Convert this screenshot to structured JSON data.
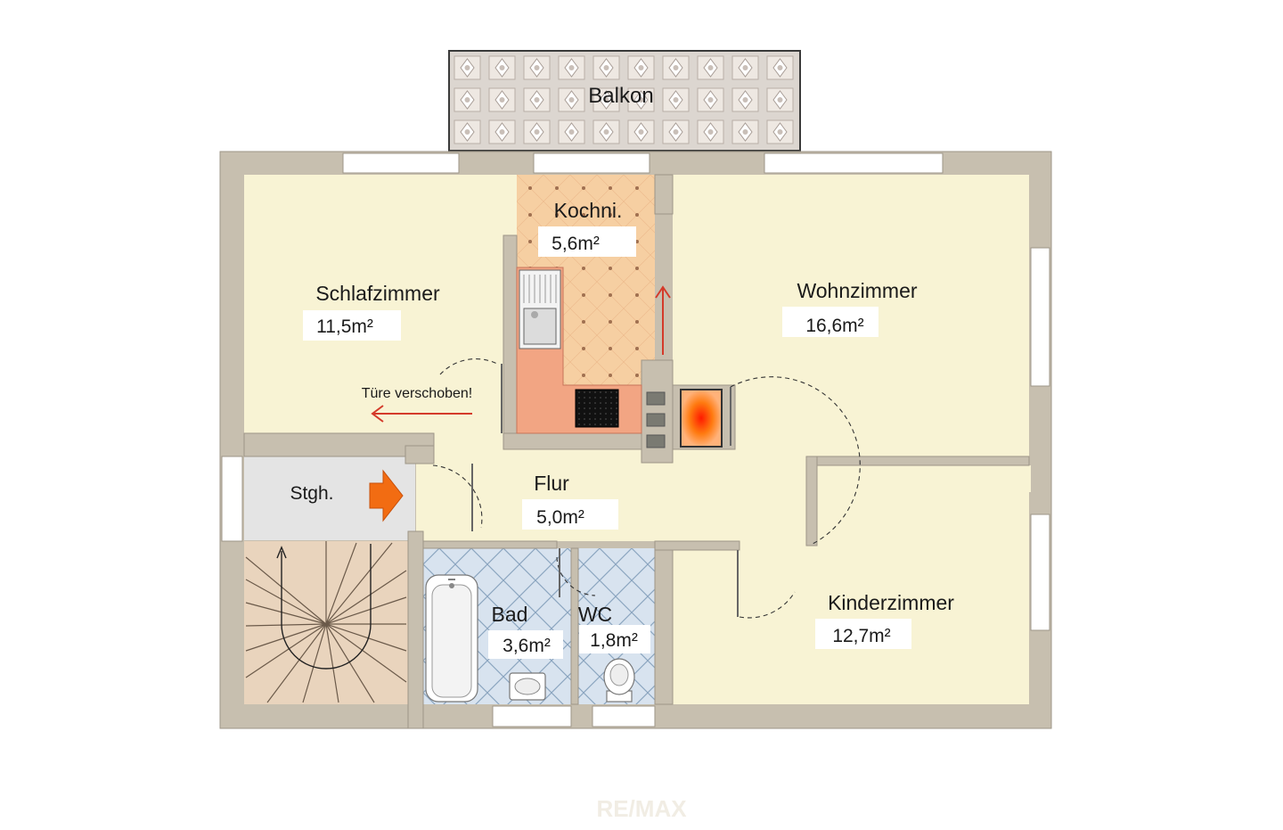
{
  "rooms": {
    "balkon": {
      "name": "Balkon"
    },
    "kochnische": {
      "name": "Kochni.",
      "area": "5,6m²"
    },
    "schlafzimmer": {
      "name": "Schlafzimmer",
      "area": "11,5m²"
    },
    "wohnzimmer": {
      "name": "Wohnzimmer",
      "area": "16,6m²"
    },
    "flur": {
      "name": "Flur",
      "area": "5,0m²"
    },
    "stiege": {
      "name": "Stgh."
    },
    "bad": {
      "name": "Bad",
      "area": "3,6m²"
    },
    "wc": {
      "name": "WC",
      "area": "1,8m²"
    },
    "kinderzimmer": {
      "name": "Kinderzimmer",
      "area": "12,7m²"
    }
  },
  "annotations": {
    "door_moved": "Türe verschoben!"
  },
  "watermark": {
    "text": "RE/MAX"
  },
  "colors": {
    "wall": "#c7bfaf",
    "floor": "#f8f3d4",
    "kitchen_floor": "#f6cfa2",
    "tile_floor": "#d6e2ef",
    "counter": "#f2a583",
    "balcony": "#d9d3cd",
    "arrow_red": "#d43a2a",
    "arrow_orange": "#f26c12"
  },
  "icons": [
    "sink-icon",
    "cooktop-icon",
    "stove-icon",
    "bathtub-icon",
    "washbasin-icon",
    "toilet-icon",
    "staircase-icon"
  ]
}
